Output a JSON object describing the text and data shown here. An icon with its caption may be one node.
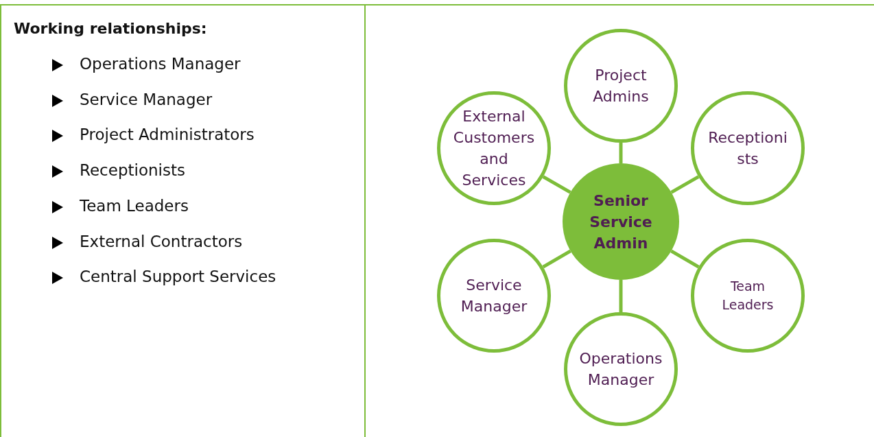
{
  "diagram": {
    "nodes": [
      {
        "text": [
          "Project Admins"
        ]
      },
      {
        "text": [
          "External Customers and Services"
        ]
      },
      {
        "text": [
          "Receptionists"
        ]
      },
      {
        "text": [
          "Senior Service Admin"
        ]
      },
      {
        "text": [
          "Service Manager"
        ]
      },
      {
        "text": [
          "Team Leaders"
        ]
      },
      {
        "text": [
          "Operations Manager"
        ]
      }
    ],
    "edges": [
      {
        "from": 3,
        "to": 0,
        "arrow": "none"
      },
      {
        "from": 3,
        "to": 2,
        "arrow": "none"
      },
      {
        "from": 3,
        "to": 5,
        "arrow": "none"
      },
      {
        "from": 3,
        "to": 6,
        "arrow": "none"
      },
      {
        "from": 3,
        "to": 4,
        "arrow": "none"
      },
      {
        "from": 3,
        "to": 1,
        "arrow": "none"
      }
    ],
    "labels": [
      "Working relationships:",
      "Operations Manager",
      "Service Manager",
      "Project Administrators",
      "Receptionists",
      "Team Leaders",
      "External Contractors",
      "Central Support Services"
    ]
  }
}
